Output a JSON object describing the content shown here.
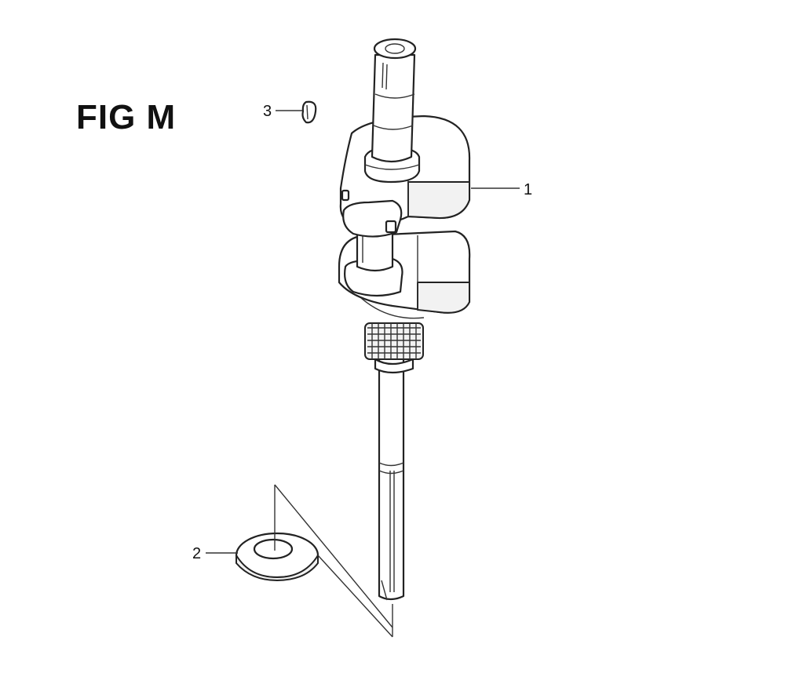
{
  "figure": {
    "title": "FIG M"
  },
  "callouts": [
    {
      "number": "1"
    },
    {
      "number": "2"
    },
    {
      "number": "3"
    }
  ],
  "colors": {
    "line": "#222222",
    "background": "#ffffff"
  }
}
